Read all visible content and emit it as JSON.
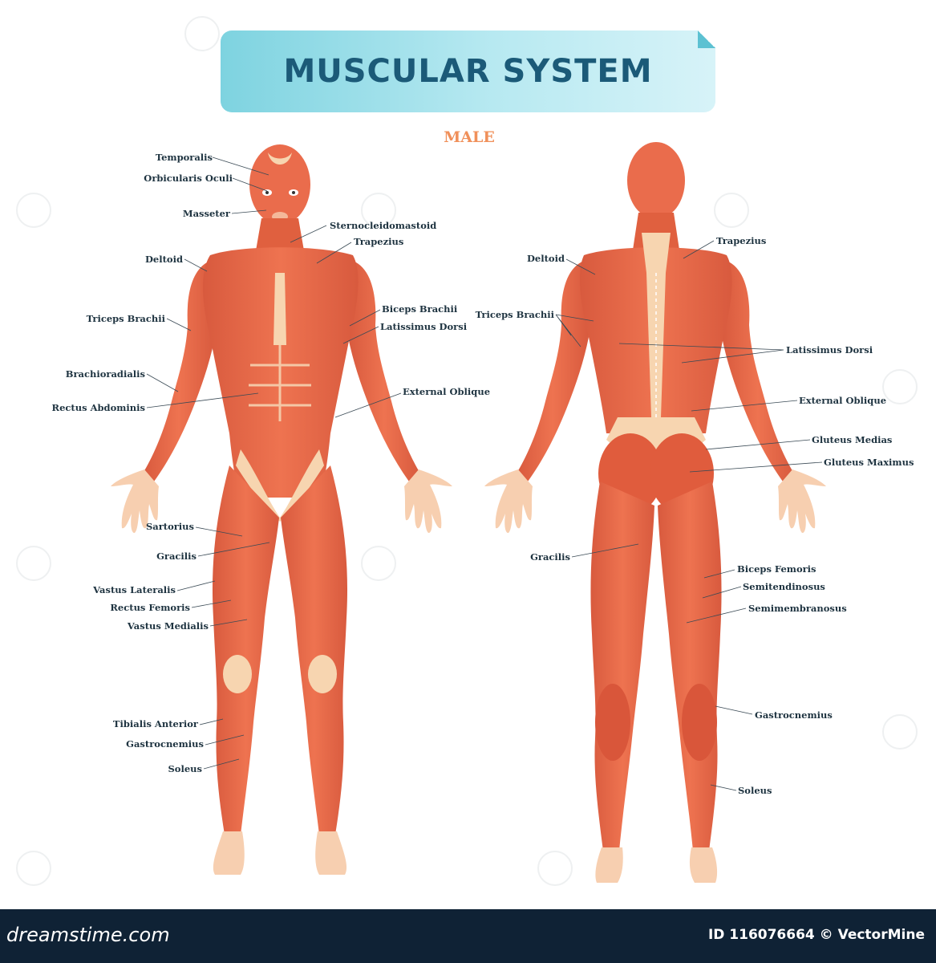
{
  "title": "MUSCULAR SYSTEM",
  "subtitle": "MALE",
  "footer": {
    "logo": "dreamstime.com",
    "id_text": "ID 116076664 © VectorMine"
  },
  "colors": {
    "muscle": "#e8694a",
    "muscle_dark": "#d2553a",
    "tendon": "#f7d5b0",
    "title_text": "#1b5a78",
    "subtitle": "#f0905a",
    "footer_bg": "#0f2235"
  },
  "labels": {
    "front": {
      "temporalis": "Temporalis",
      "orbicularis_oculi": "Orbicularis Oculi",
      "masseter": "Masseter",
      "sternocleidomastoid": "Sternocleidomastoid",
      "trapezius": "Trapezius",
      "deltoid": "Deltoid",
      "triceps_brachii": "Triceps Brachii",
      "biceps_brachii": "Biceps Brachii",
      "latissimus_dorsi": "Latissimus Dorsi",
      "brachioradialis": "Brachioradialis",
      "rectus_abdominis": "Rectus Abdominis",
      "external_oblique": "External Oblique",
      "sartorius": "Sartorius",
      "gracilis": "Gracilis",
      "vastus_lateralis": "Vastus Lateralis",
      "rectus_femoris": "Rectus Femoris",
      "vastus_medialis": "Vastus Medialis",
      "tibialis_anterior": "Tibialis Anterior",
      "gastrocnemius": "Gastrocnemius",
      "soleus": "Soleus"
    },
    "back": {
      "deltoid": "Deltoid",
      "trapezius": "Trapezius",
      "triceps_brachii": "Triceps Brachii",
      "latissimus_dorsi": "Latissimus Dorsi",
      "external_oblique": "External Oblique",
      "gluteus_medias": "Gluteus Medias",
      "gluteus_maximus": "Gluteus Maximus",
      "gracilis": "Gracilis",
      "biceps_femoris": "Biceps Femoris",
      "semitendinosus": "Semitendinosus",
      "semimembranosus": "Semimembranosus",
      "gastrocnemius": "Gastrocnemius",
      "soleus": "Soleus"
    }
  }
}
